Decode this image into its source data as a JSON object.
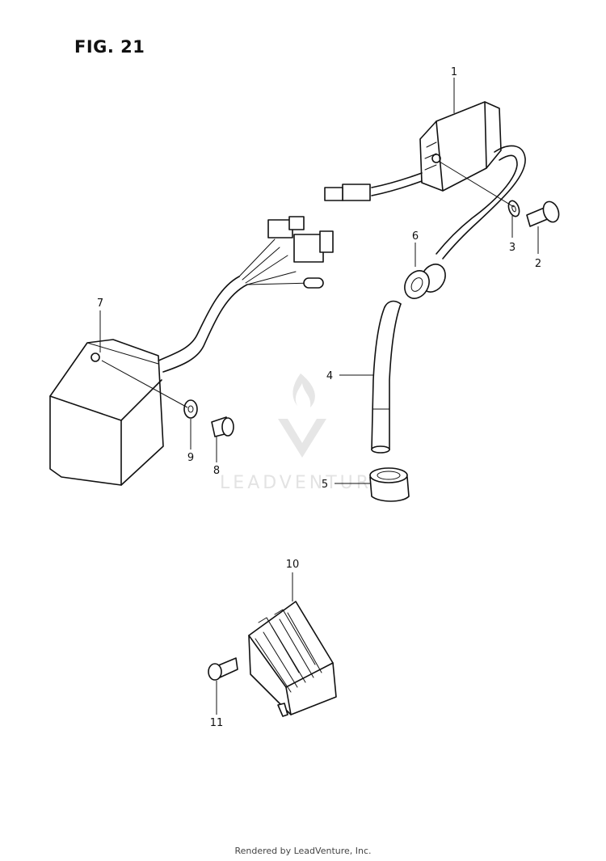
{
  "figure": {
    "title": "FIG. 21"
  },
  "watermark": {
    "text": "LEADVENTURE"
  },
  "footer": {
    "text": "Rendered by LeadVenture, Inc."
  },
  "callouts": [
    {
      "id": "1",
      "label": "1"
    },
    {
      "id": "2",
      "label": "2"
    },
    {
      "id": "3",
      "label": "3"
    },
    {
      "id": "4",
      "label": "4"
    },
    {
      "id": "5",
      "label": "5"
    },
    {
      "id": "6",
      "label": "6"
    },
    {
      "id": "7",
      "label": "7"
    },
    {
      "id": "8",
      "label": "8"
    },
    {
      "id": "9",
      "label": "9"
    },
    {
      "id": "10",
      "label": "10"
    },
    {
      "id": "11",
      "label": "11"
    }
  ],
  "colors": {
    "line": "#111111",
    "watermark": "#e3e3e3",
    "background": "#ffffff"
  }
}
